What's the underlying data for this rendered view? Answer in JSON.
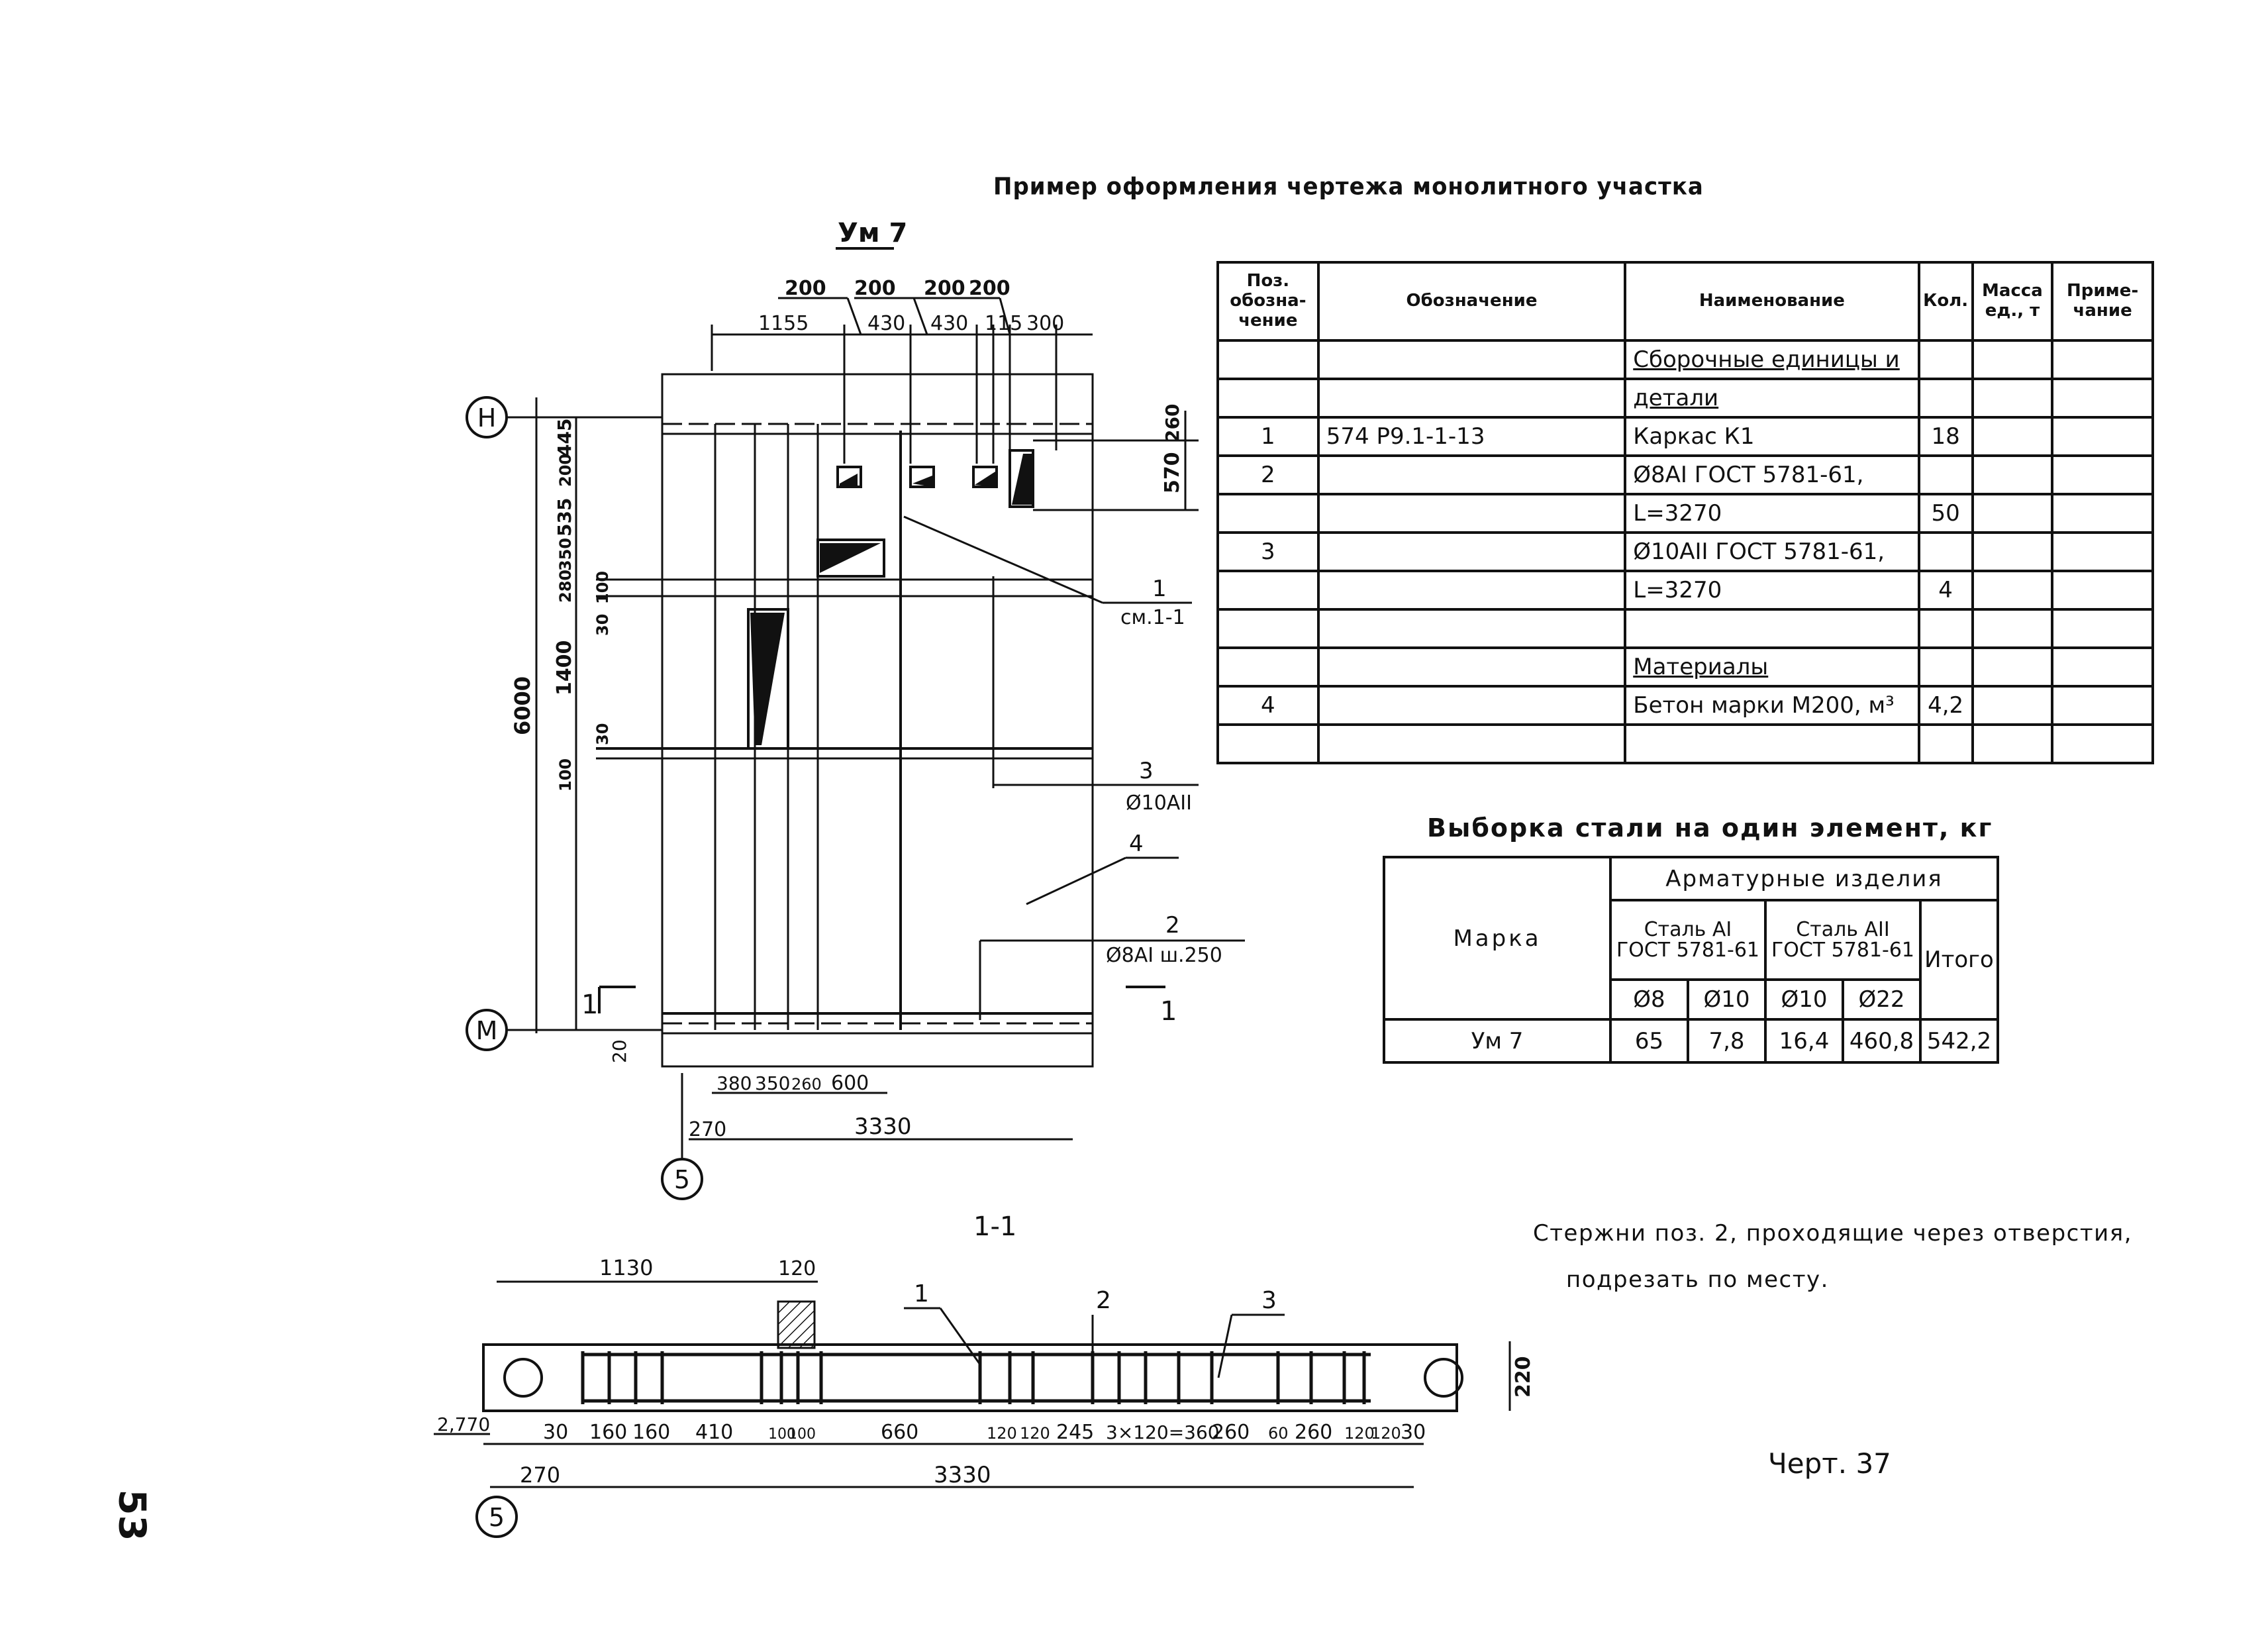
{
  "page": {
    "title": "Пример оформления чертежа монолитного участка",
    "page_number": "53",
    "sheet_label": "Черт. 37",
    "note_line1": "Стержни поз. 2, проходящие через отверстия,",
    "note_line2": "подрезать по месту."
  },
  "plan": {
    "label": "Ум 7",
    "section_label": "1-1",
    "axis_h": "Н",
    "axis_m": "М",
    "axis_5": "5",
    "top_dims_upper": [
      "200",
      "200",
      "200",
      "200"
    ],
    "top_dims_lower": [
      "1155",
      "430",
      "430",
      "115",
      "300"
    ],
    "left_dims": [
      "445",
      "200",
      "535",
      "350",
      "280",
      "100",
      "30",
      "1400",
      "30",
      "100",
      "20"
    ],
    "overall_height": "6000",
    "right_dims": [
      "260",
      "570"
    ],
    "bottom_dims": [
      "380",
      "350",
      "260",
      "600"
    ],
    "bottom_total": "3330",
    "bottom_edge": "270",
    "cut_mark": "1",
    "callouts": [
      {
        "num": "1",
        "text": "см.1-1"
      },
      {
        "num": "3",
        "text": "Ø10АII"
      },
      {
        "num": "4",
        "text": ""
      },
      {
        "num": "2",
        "text": "Ø8АI ш.250"
      }
    ]
  },
  "section": {
    "top_dims": [
      "1130",
      "120"
    ],
    "elevation": "2,770",
    "height_dim": "220",
    "callouts": [
      "1",
      "2",
      "3"
    ],
    "bottom_dims": [
      "30",
      "160",
      "160",
      "410",
      "100",
      "100",
      "660",
      "120",
      "120",
      "245",
      "3×120=360",
      "260",
      "60",
      "260",
      "120",
      "120",
      "30"
    ],
    "total": "3330",
    "edge": "270",
    "axis_5": "5"
  },
  "spec_table": {
    "headers": [
      "Поз. обозна-чение",
      "Обозначение",
      "Наименование",
      "Кол.",
      "Масса ед., т",
      "Приме-чание"
    ],
    "rows": [
      {
        "pos": "",
        "designation": "",
        "name": "Сборочные единицы и",
        "qty": "",
        "name_underline": true
      },
      {
        "pos": "",
        "designation": "",
        "name": "детали",
        "qty": "",
        "name_underline": true
      },
      {
        "pos": "1",
        "designation": "574 Р9.1-1-13",
        "name": "Каркас К1",
        "qty": "18"
      },
      {
        "pos": "2",
        "designation": "",
        "name": "Ø8АI ГОСТ 5781-61,",
        "qty": ""
      },
      {
        "pos": "",
        "designation": "",
        "name": "L=3270",
        "qty": "50"
      },
      {
        "pos": "3",
        "designation": "",
        "name": "Ø10АII ГОСТ 5781-61,",
        "qty": ""
      },
      {
        "pos": "",
        "designation": "",
        "name": "L=3270",
        "qty": "4"
      },
      {
        "pos": "",
        "designation": "",
        "name": "",
        "qty": ""
      },
      {
        "pos": "",
        "designation": "",
        "name": "Материалы",
        "qty": "",
        "name_underline": true
      },
      {
        "pos": "4",
        "designation": "",
        "name": "Бетон марки М200, м³",
        "qty": "4,2"
      },
      {
        "pos": "",
        "designation": "",
        "name": "",
        "qty": ""
      }
    ]
  },
  "steel_table": {
    "title": "Выборка стали на один элемент, кг",
    "col_mark": "Марка",
    "group": "Арматурные изделия",
    "steel_a1": "Сталь АI ГОСТ 5781-61",
    "steel_a2": "Сталь АII ГОСТ 5781-61",
    "total_label": "Итого",
    "diams": [
      "Ø8",
      "Ø10",
      "Ø10",
      "Ø22"
    ],
    "row": {
      "mark": "Ум 7",
      "values": [
        "65",
        "7,8",
        "16,4",
        "460,8"
      ],
      "total": "542,2"
    }
  }
}
